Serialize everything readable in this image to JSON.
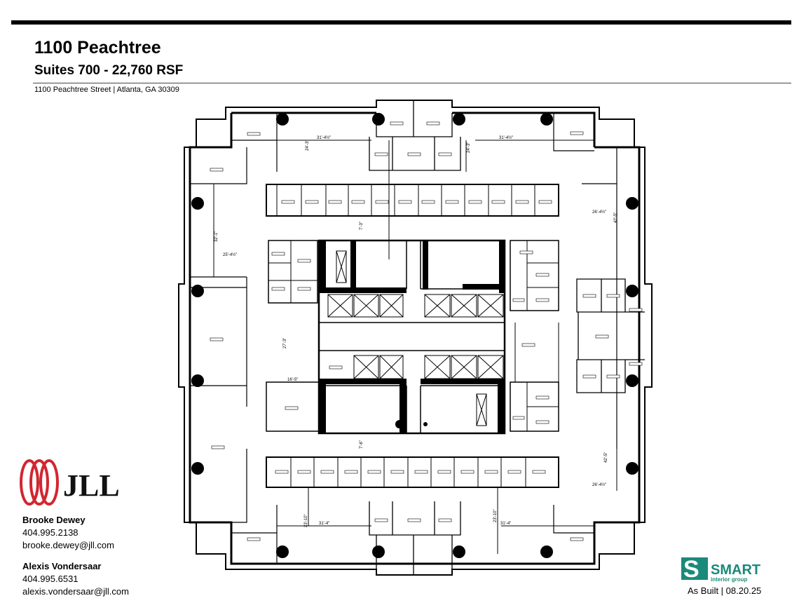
{
  "header": {
    "title": "1100 Peachtree",
    "subtitle": "Suites 700 - 22,760 RSF",
    "address": "1100 Peachtree Street | Atlanta, GA 30309"
  },
  "floor_plan": {
    "dimensions": {
      "top_left_width": "31'-4½\"",
      "top_left_depth": "24'-3\"",
      "top_right_width": "31'-4½\"",
      "top_right_depth": "24'-3\"",
      "left_depth": "32'-1\"",
      "left_width": "25'-4½\"",
      "core_corridor": "7'-3\"",
      "left_mid_depth": "27'-3\"",
      "left_mid_width": "16'-5\"",
      "bottom_corridor": "7'-6\"",
      "right_top_width": "26'-4½\"",
      "right_top_depth": "42'-5\"",
      "right_bottom_depth": "42'-5\"",
      "right_bottom_width": "26'-4½\"",
      "bottom_left_depth": "23'-10\"",
      "bottom_left_width": "31'-4\"",
      "bottom_right_depth": "23'-10\"",
      "bottom_right_width": "31'-4\""
    }
  },
  "branding": {
    "broker_logo": "JLL",
    "designer_logo": "SMART interior group",
    "accent_red": "#d22630",
    "accent_teal": "#1a8a7a"
  },
  "contacts": [
    {
      "name": "Brooke Dewey",
      "phone": "404.995.2138",
      "email": "brooke.dewey@jll.com"
    },
    {
      "name": "Alexis Vondersaar",
      "phone": "404.995.6531",
      "email": "alexis.vondersaar@jll.com"
    }
  ],
  "footer": {
    "status": "As Built | 08.20.25"
  }
}
